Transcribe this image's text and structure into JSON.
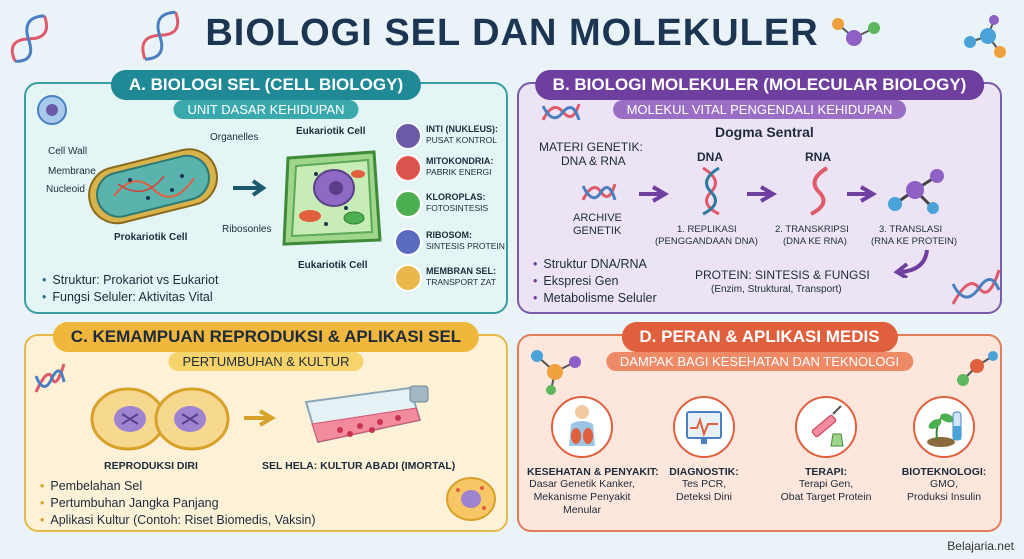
{
  "title": "BIOLOGI SEL DAN MOLEKULER",
  "footer": "Belajaria.net",
  "colors": {
    "teal": "#1f8a95",
    "purple": "#6e3f9e",
    "yellow": "#f0b73c",
    "orange": "#e0603e",
    "navy": "#1b3552"
  },
  "sectionA": {
    "header": "A. BIOLOGI SEL (CELL BIOLOGY)",
    "subtitle": "UNIT DASAR KEHIDUPAN",
    "labels": {
      "cell_wall": "Cell Wall",
      "membrane": "Membrane",
      "nucleoid": "Nucleoid",
      "organelles": "Organelles",
      "ribosomes": "Ribosonles",
      "prokariotik": "Prokariotik Cell",
      "eukariotik_top": "Eukariotik Cell",
      "eukariotik_bottom": "Eukariotik Cell"
    },
    "organelles": [
      {
        "name": "INTI (NUKLEUS):",
        "desc": "PUSAT KONTROL",
        "color": "#6a5aa8",
        "icon": "nucleus-icon"
      },
      {
        "name": "MITOKONDRIA:",
        "desc": "PABRIK ENERGI",
        "color": "#d9534f",
        "icon": "mitochondria-icon"
      },
      {
        "name": "KLOROPLAS:",
        "desc": "FOTOSINTESIS",
        "color": "#4caf50",
        "icon": "chloroplast-icon"
      },
      {
        "name": "RIBOSOM:",
        "desc": "SINTESIS PROTEIN",
        "color": "#5b6cc0",
        "icon": "ribosome-icon"
      },
      {
        "name": "MEMBRAN SEL:",
        "desc": "TRANSPORT ZAT",
        "color": "#e8b84a",
        "icon": "cell-membrane-icon"
      }
    ],
    "bullets": [
      "Struktur: Prokariot vs Eukariot",
      "Fungsi Seluler: Aktivitas Vital"
    ]
  },
  "sectionB": {
    "header": "B. BIOLOGI MOLEKULER (MOLECULAR BIOLOGY)",
    "subtitle": "MOLEKUL VITAL PENGENDALI KEHIDUPAN",
    "dogma_title": "Dogma Sentral",
    "materi": "MATERI GENETIK:",
    "materi2": "DNA & RNA",
    "archive": "ARCHIVE",
    "archive2": "GENETIK",
    "dna": "DNA",
    "rna": "RNA",
    "step1": "1. REPLIKASI",
    "step1b": "(PENGGANDAAN DNA)",
    "step2": "2. TRANSKRIPSI",
    "step2b": "(DNA KE RNA)",
    "step3": "3. TRANSLASI",
    "step3b": "(RNA KE PROTEIN)",
    "protein": "PROTEIN: SINTESIS & FUNGSI",
    "protein2": "(Enzim, Struktural, Transport)",
    "bullets": [
      "Struktur DNA/RNA",
      "Ekspresi Gen",
      "Metabolisme Seluler"
    ]
  },
  "sectionC": {
    "header": "C. KEMAMPUAN REPRODUKSI & APLIKASI SEL",
    "subtitle": "PERTUMBUHAN & KULTUR",
    "repro": "REPRODUKSI DIRI",
    "hela": "SEL HELA: KULTUR ABADI (IMORTAL)",
    "bullets": [
      "Pembelahan Sel",
      "Pertumbuhan Jangka Panjang",
      "Aplikasi Kultur (Contoh: Riset Biomedis, Vaksin)"
    ]
  },
  "sectionD": {
    "header": "D. PERAN & APLIKASI MEDIS",
    "subtitle": "DAMPAK BAGI KESEHATAN DAN TEKNOLOGI",
    "items": [
      {
        "name": "KESEHATAN & PENYAKIT:",
        "desc": [
          "Dasar Genetik Kanker,",
          "Mekanisme Penyakit",
          "Menular"
        ],
        "icon": "health-lungs-icon"
      },
      {
        "name": "DIAGNOSTIK:",
        "desc": [
          "Tes PCR,",
          "Deteksi Dini"
        ],
        "icon": "diagnostic-monitor-icon"
      },
      {
        "name": "TERAPI:",
        "desc": [
          "Terapi Gen,",
          "Obat Target Protein"
        ],
        "icon": "therapy-syringe-icon"
      },
      {
        "name": "BIOTEKNOLOGI:",
        "desc": [
          "GMO,",
          "Produksi Insulin"
        ],
        "icon": "biotech-plant-icon"
      }
    ]
  }
}
